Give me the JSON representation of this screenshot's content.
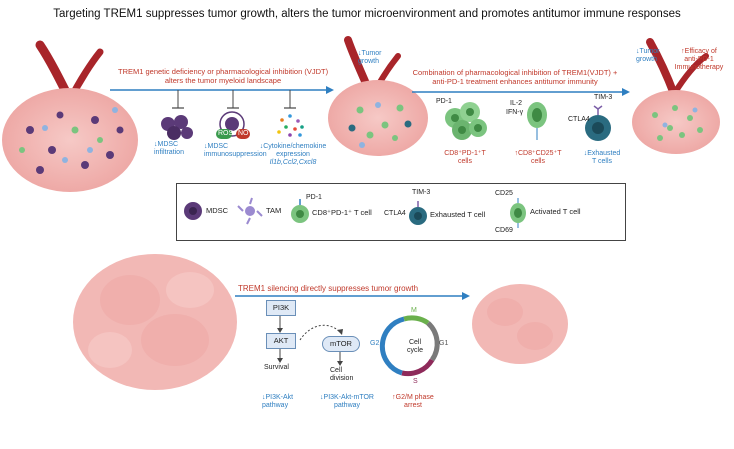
{
  "title": "Targeting TREM1 suppresses tumor growth, alters the tumor microenvironment and promotes antitumor immune responses",
  "top": {
    "arrow1_line1": "TREM1 genetic deficiency or pharmacological inhibition (VJDT)",
    "arrow1_line2": "alters the tumor myeloid landscape",
    "mdsc_infiltration": "↓MDSC\ninfiltration",
    "mdsc_immunosuppression": "↓MDSC\nimmunosuppression",
    "ros": "ROS",
    "no": "NO",
    "cytokine_line1": "↓Cytokine/chemokine",
    "cytokine_line2": "expression",
    "cytokine_genes": "Il1b,Ccl2,Cxcl8",
    "tumor_growth1": "↓Tumor\ngrowth",
    "arrow2_line1": "Combination of pharmacological inhibition of TREM1(VJDT) +",
    "arrow2_line2": "anti-PD-1 treatment enhances antitumor immunity",
    "pd1": "PD-1",
    "il2": "IL-2",
    "ifng": "IFN-γ",
    "tim3": "TIM-3",
    "ctla4": "CTLA4",
    "cd8pd1": "CD8⁺PD-1⁺T\ncells",
    "cd8cd25": "↑CD8⁺CD25⁺T\ncells",
    "exhausted": "↓Exhausted\nT cells",
    "tumor_growth2": "↓Tumor\ngrowth",
    "efficacy": "↑Efficacy of\nanti-PD-1\nImmunotherapy"
  },
  "legend": {
    "mdsc": "MDSC",
    "tam": "TAM",
    "pd1": "PD-1",
    "cd8pd1": "CD8⁺PD-1⁺ T cell",
    "tim3": "TIM-3",
    "ctla4": "CTLA4",
    "exhausted": "Exhausted T cell",
    "cd25": "CD25",
    "cd69": "CD69",
    "activated": "Activated T cell"
  },
  "bottom": {
    "arrow_label": "TREM1 silencing directly suppresses tumor growth",
    "pi3k": "PI3K",
    "akt": "AKT",
    "mtor": "mTOR",
    "survival": "Survival",
    "cell_division": "Cell\ndivision",
    "pi3k_akt_pathway": "↓PI3K-Akt\npathway",
    "pi3k_akt_mtor_pathway": "↓PI3K-Akt-mTOR\npathway",
    "g2m_arrest": "↑G2/M phase\narrest",
    "cycle_center": "Cell\ncycle",
    "m": "M",
    "g1": "G1",
    "g2": "G2",
    "s": "S"
  },
  "colors": {
    "red_text": "#c0392b",
    "blue_text": "#2f7fc1",
    "arrow_blue": "#2f7fc1",
    "tumor_pink": "#f2b8b5",
    "vessel_red": "#a8252a",
    "mdsc_purple": "#5b3a78",
    "tcell_green": "#7bc47f",
    "exhausted_teal": "#2a6b80",
    "cycle_green": "#6ab04c",
    "cycle_grey": "#7a7a7a",
    "cycle_purple": "#8e2a5a",
    "cycle_blue": "#2f7fc1"
  }
}
